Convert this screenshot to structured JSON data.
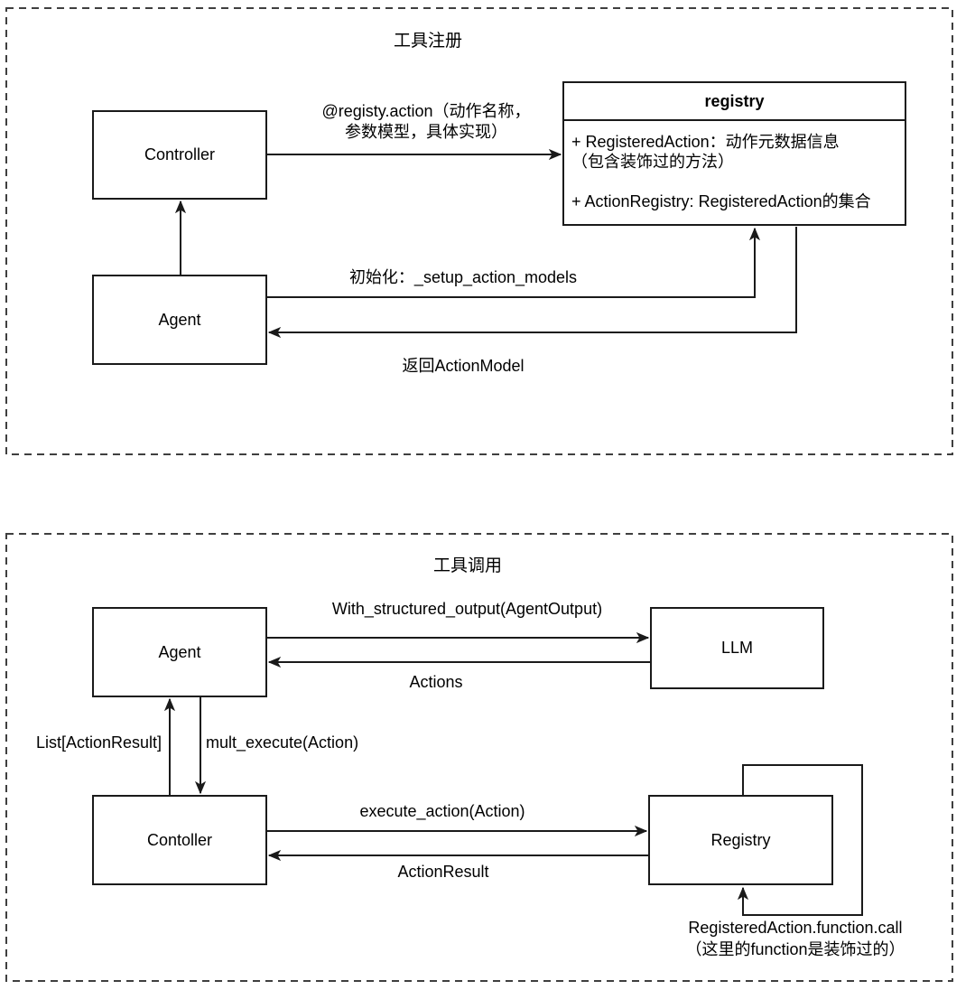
{
  "colors": {
    "stroke": "#1a1a1a",
    "text": "#000000",
    "background": "#ffffff"
  },
  "sections": [
    {
      "title": "工具注册",
      "nodes": {
        "controller": {
          "label": "Controller"
        },
        "agent": {
          "label": "Agent"
        },
        "registry": {
          "title": "registry",
          "attr1_line1": "+ RegisteredAction：动作元数据信息",
          "attr1_line2": "（包含装饰过的方法）",
          "attr2": "+ ActionRegistry: RegisteredAction的集合"
        }
      },
      "edges": {
        "register": {
          "line1": "@registy.action（动作名称，",
          "line2": "参数模型，具体实现）"
        },
        "init": {
          "label": "初始化：_setup_action_models"
        },
        "return_model": {
          "label": "返回ActionModel"
        }
      }
    },
    {
      "title": "工具调用",
      "nodes": {
        "agent": {
          "label": "Agent"
        },
        "llm": {
          "label": "LLM"
        },
        "controller": {
          "label": "Contoller"
        },
        "registry": {
          "label": "Registry"
        }
      },
      "edges": {
        "structured_output": {
          "label": "With_structured_output(AgentOutput)"
        },
        "actions": {
          "label": "Actions"
        },
        "list_action_result": {
          "label": "List[ActionResult]"
        },
        "mult_execute": {
          "label": "mult_execute(Action)"
        },
        "execute_action": {
          "label": "execute_action(Action)"
        },
        "action_result": {
          "label": "ActionResult"
        },
        "self_call": {
          "line1": "RegisteredAction.function.call",
          "line2": "（这里的function是装饰过的）"
        }
      }
    }
  ]
}
